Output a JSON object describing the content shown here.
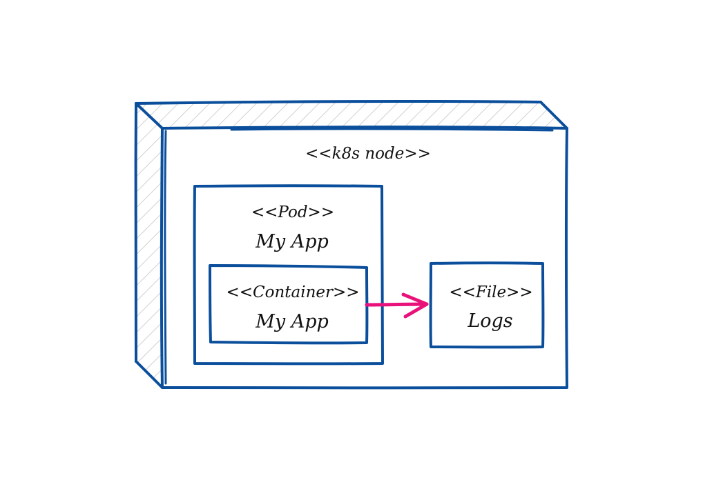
{
  "colors": {
    "stroke": "#0b4f9c",
    "arrow": "#e8127a",
    "hatch": "#c8c8c8",
    "text": "#111111",
    "background": "#ffffff"
  },
  "node": {
    "stereotype": "<<k8s node>>"
  },
  "pod": {
    "stereotype": "<<Pod>>",
    "name": "My App"
  },
  "container": {
    "stereotype": "<<Container>>",
    "name": "My App"
  },
  "file": {
    "stereotype": "<<File>>",
    "name": "Logs"
  },
  "connection": {
    "from": "container",
    "to": "file"
  }
}
